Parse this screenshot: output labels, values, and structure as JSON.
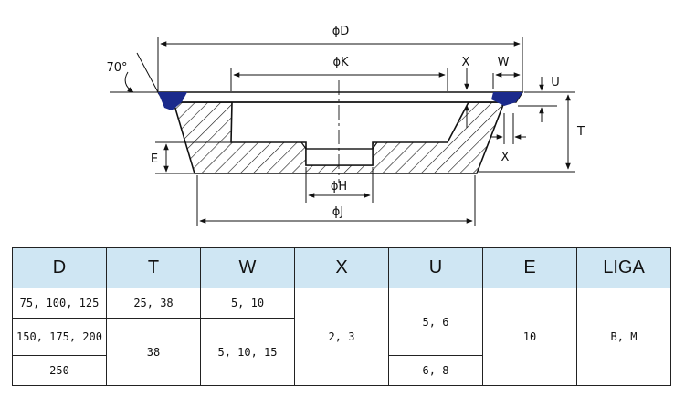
{
  "drawing": {
    "labels": {
      "angle": "70°",
      "D": "ϕD",
      "K": "ϕK",
      "H": "ϕH",
      "J": "ϕJ",
      "X_top": "X",
      "X_side": "X",
      "W": "W",
      "U": "U",
      "T": "T",
      "E": "E"
    },
    "colors": {
      "diamond_layer": "#1b2a8c",
      "line": "#111111"
    }
  },
  "table": {
    "headers": [
      "D",
      "T",
      "W",
      "X",
      "U",
      "E",
      "LIGA"
    ],
    "rows": {
      "d": [
        "75, 100, 125",
        "150, 175, 200",
        "250"
      ],
      "t": [
        "25, 38",
        "38"
      ],
      "w": [
        "5, 10",
        "5, 10, 15"
      ],
      "x": "2, 3",
      "u": [
        "5, 6",
        "6, 8"
      ],
      "e": "10",
      "liga": "B, M"
    },
    "header_bg": "#cfe6f3"
  }
}
